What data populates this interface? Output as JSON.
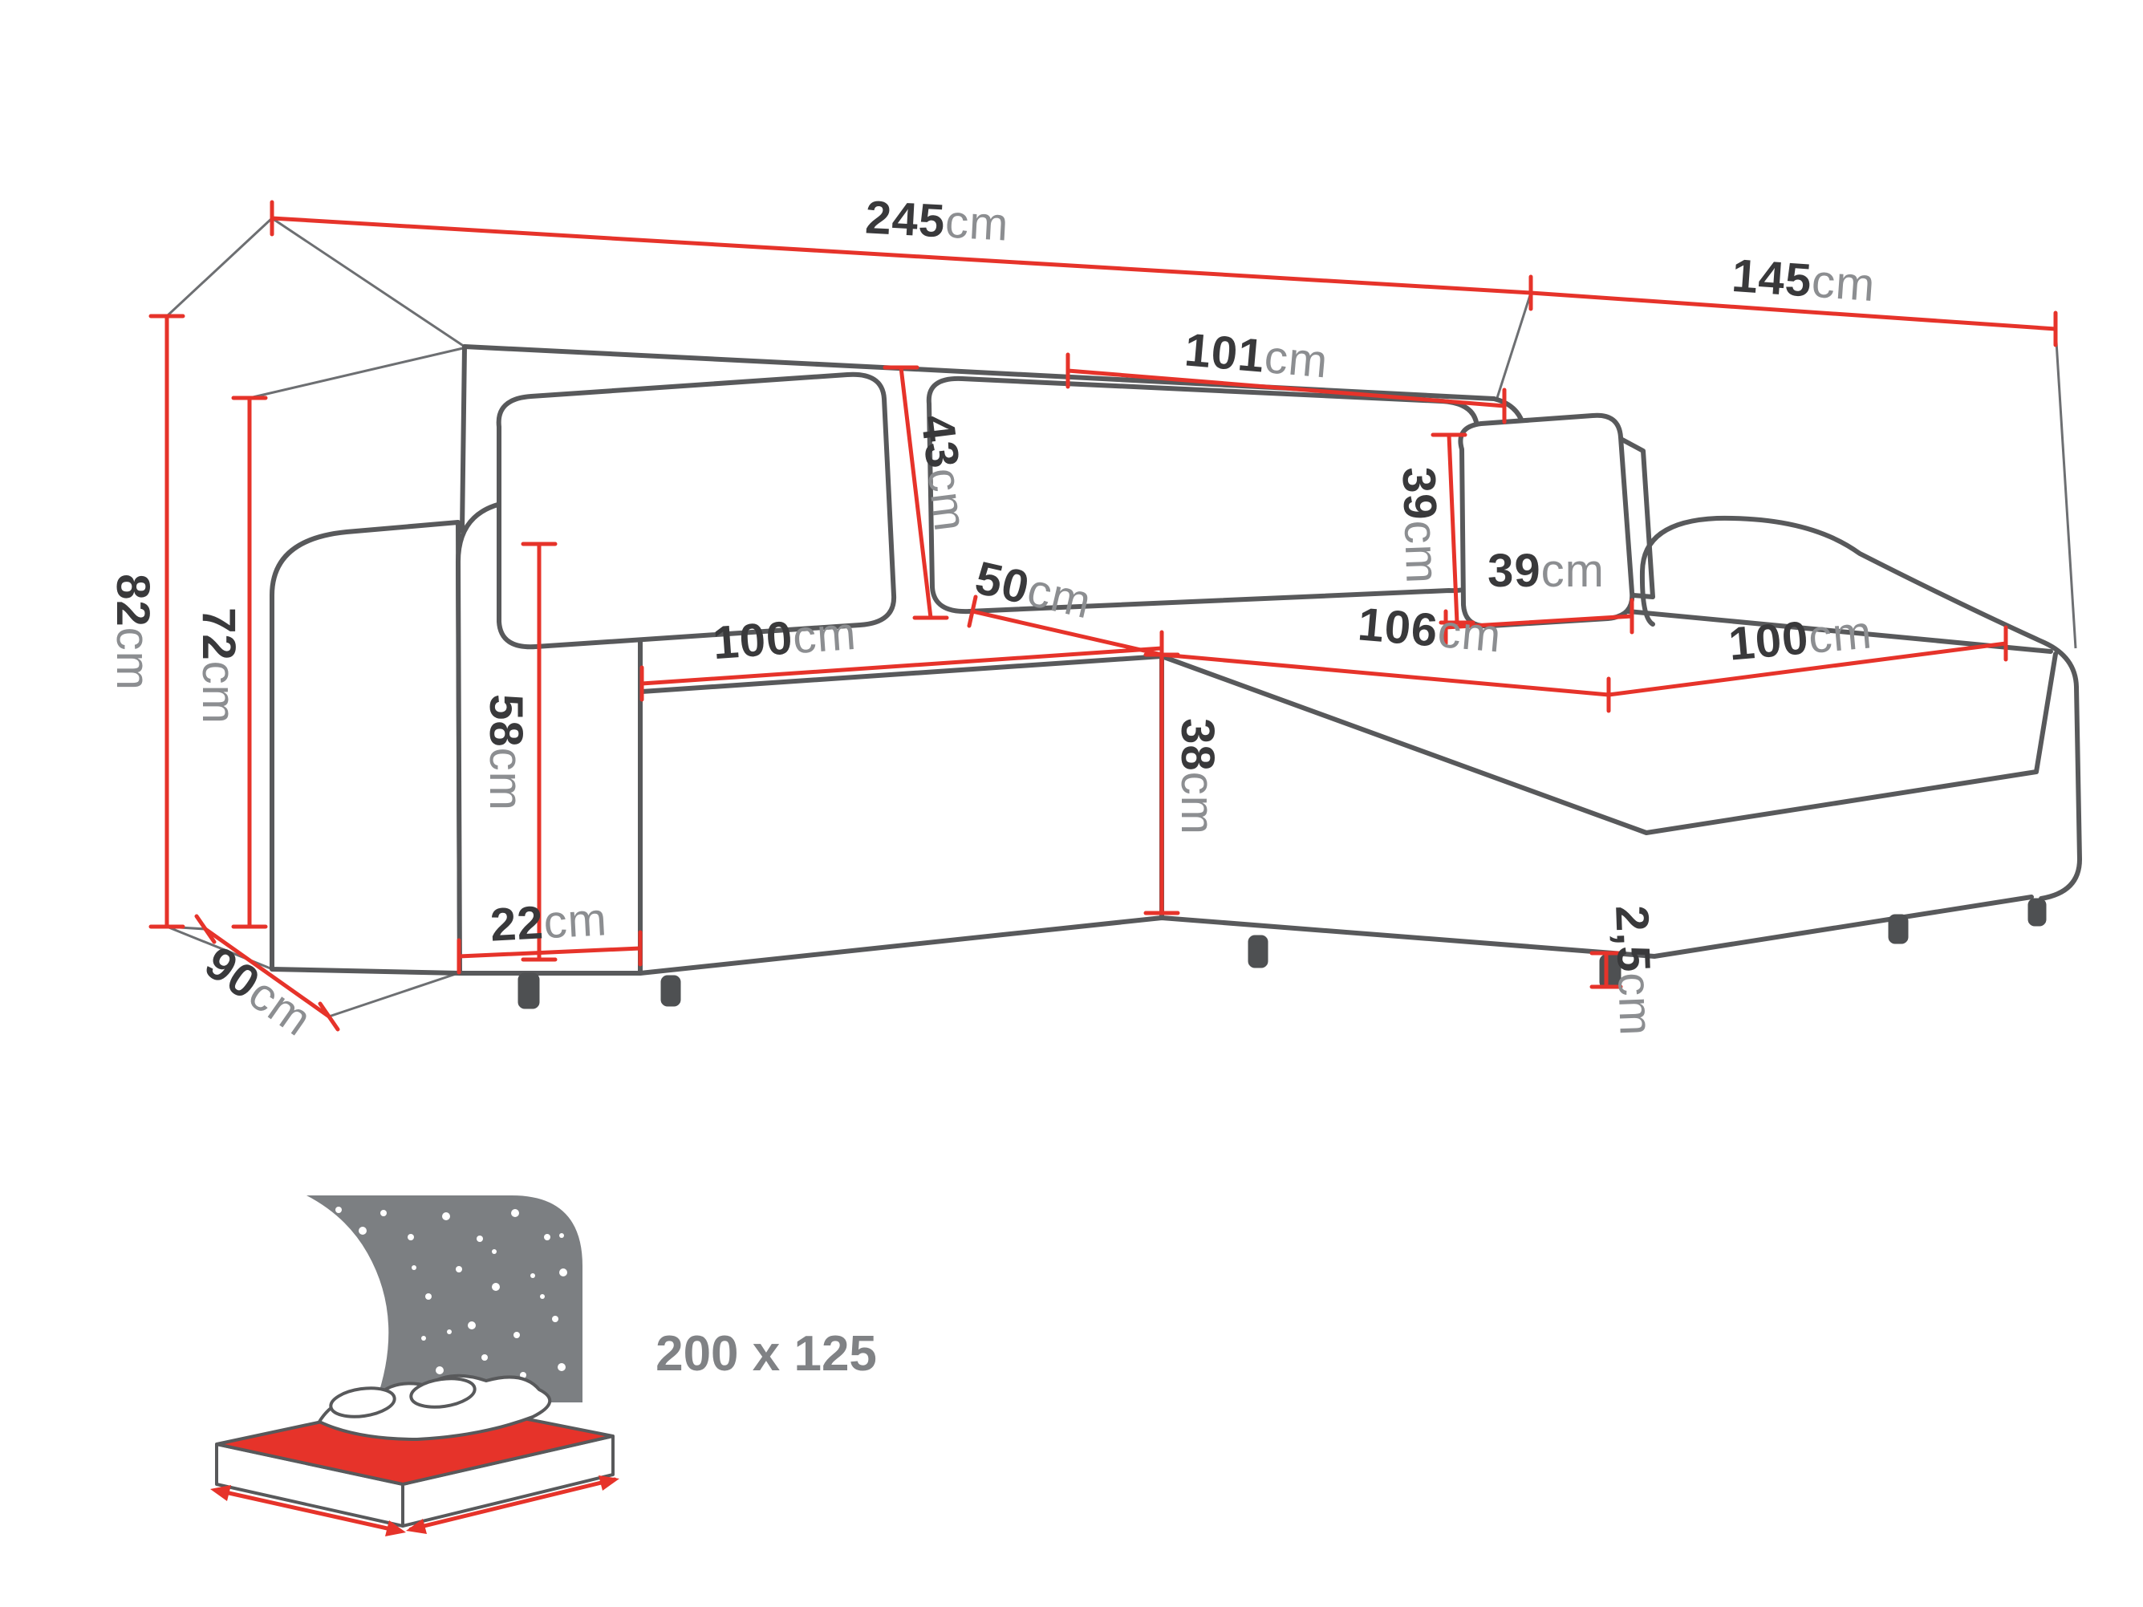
{
  "colors": {
    "dimension_line": "#e6332a",
    "sofa_outline": "#58595b",
    "value_text": "#39393b",
    "unit_text": "#8c8e91",
    "night_sky": "#7c7f82"
  },
  "dims": {
    "total_width": {
      "value": "245",
      "unit": "cm"
    },
    "total_depth": {
      "value": "145",
      "unit": "cm"
    },
    "backrest_width": {
      "value": "101",
      "unit": "cm"
    },
    "back_cushion_height": {
      "value": "43",
      "unit": "cm"
    },
    "total_height": {
      "value": "82",
      "unit": "cm"
    },
    "backrest_height": {
      "value": "72",
      "unit": "cm"
    },
    "side_depth": {
      "value": "90",
      "unit": "cm"
    },
    "seat_depth": {
      "value": "50",
      "unit": "cm"
    },
    "seat_width": {
      "value": "100",
      "unit": "cm"
    },
    "pillow_height": {
      "value": "39",
      "unit": "cm"
    },
    "pillow_width": {
      "value": "39",
      "unit": "cm"
    },
    "chaise_length": {
      "value": "106",
      "unit": "cm"
    },
    "chaise_width": {
      "value": "100",
      "unit": "cm"
    },
    "armrest_height": {
      "value": "58",
      "unit": "cm"
    },
    "seat_height": {
      "value": "38",
      "unit": "cm"
    },
    "armrest_width": {
      "value": "22",
      "unit": "cm"
    },
    "leg_height": {
      "value": "2,5",
      "unit": "cm"
    }
  },
  "sleep_function": {
    "size": "200 x 125",
    "icon": "sofa-bed-night-sky-icon"
  }
}
